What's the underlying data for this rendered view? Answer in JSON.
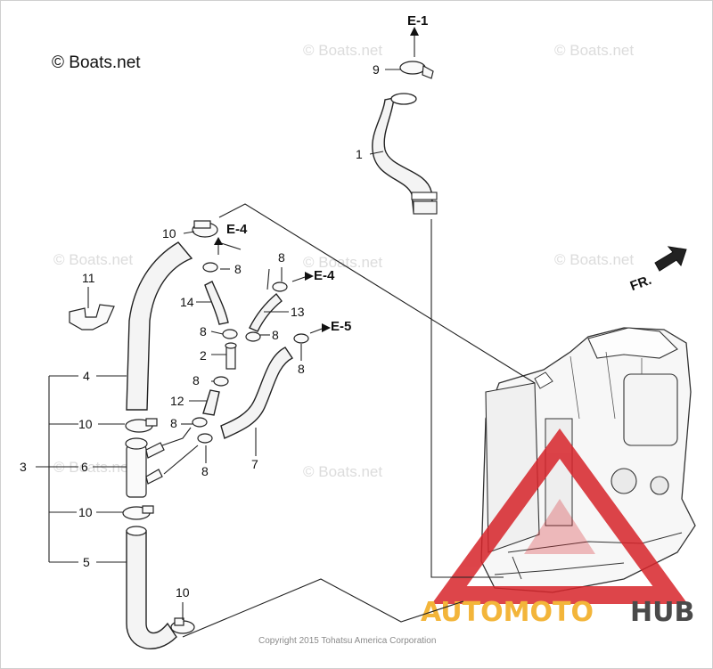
{
  "copyright_top": "© Boats.net",
  "watermark_text": "© Boats.net",
  "footer_copyright": "Copyright 2015 Tohatsu America Corporation",
  "brand": {
    "part1": "AUTOMOTO",
    "part2": "HUB",
    "color_primary": "#f3b53a",
    "color_secondary": "#4a4a4a",
    "logo_color": "#d7242a"
  },
  "direction_label": "FR.",
  "references": {
    "e1": "E-1",
    "e4a": "E-4",
    "e4b": "E-4",
    "e5": "E-5"
  },
  "parts": {
    "p1": "1",
    "p2": "2",
    "p3": "3",
    "p4": "4",
    "p5": "5",
    "p6": "6",
    "p7": "7",
    "p8a": "8",
    "p8b": "8",
    "p8c": "8",
    "p8d": "8",
    "p8e": "8",
    "p8f": "8",
    "p8g": "8",
    "p8h": "8",
    "p9": "9",
    "p10a": "10",
    "p10b": "10",
    "p10c": "10",
    "p10d": "10",
    "p11": "11",
    "p12": "12",
    "p13": "13",
    "p14": "14"
  }
}
